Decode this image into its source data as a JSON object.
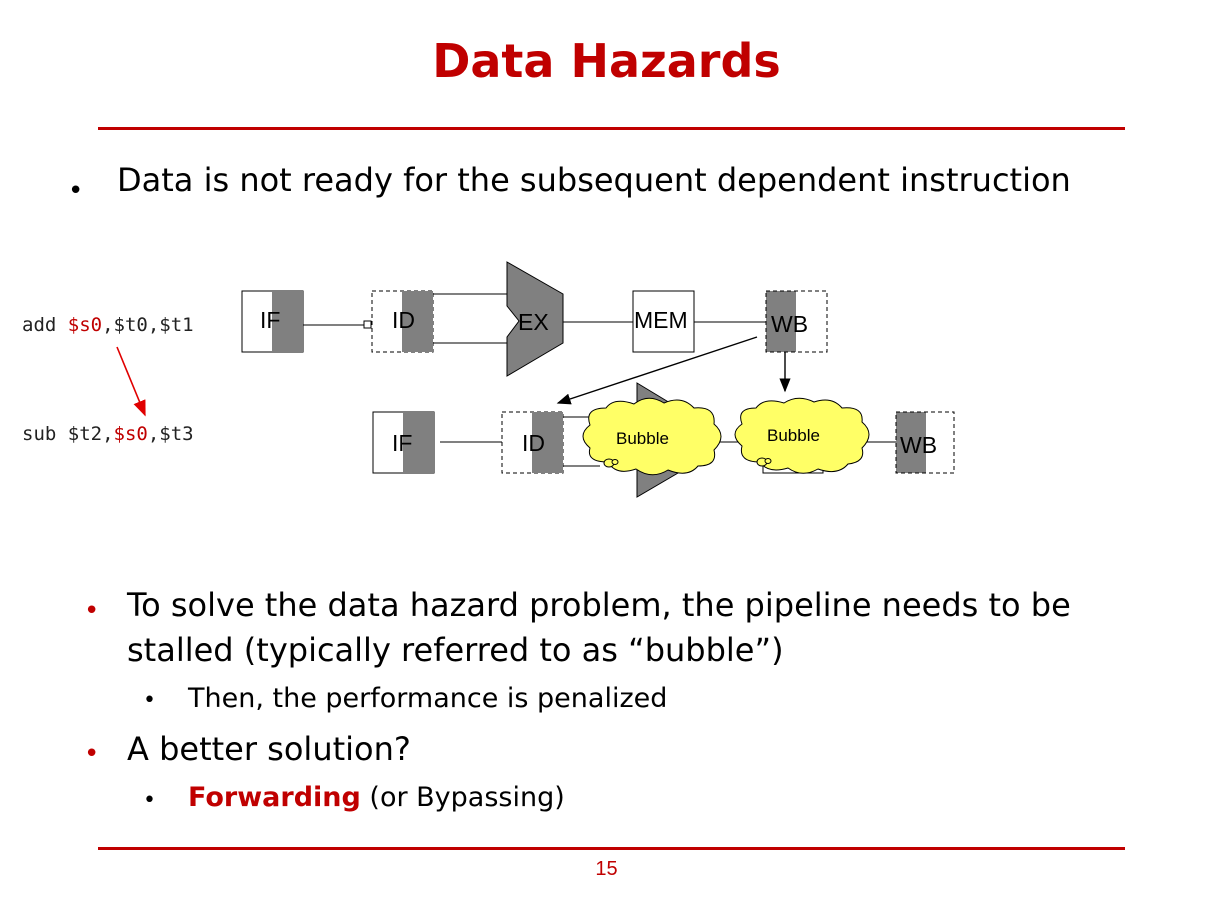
{
  "slide": {
    "title": "Data Hazards",
    "page_number": "15",
    "bullet1": "Data is not ready for the subsequent dependent instruction",
    "bullet2_line1": "To solve the data hazard problem, the pipeline needs to be",
    "bullet2_line2": "stalled (typically referred to as “bubble”)",
    "sub_bullet1": "Then, the performance is penalized",
    "bullet3": "A better solution?",
    "sub_bullet2_bold": "Forwarding",
    "sub_bullet2_rest": " (or Bypassing)",
    "bullet_glyph": "•"
  },
  "instructions": {
    "add": {
      "op": "add ",
      "dest": "$s0",
      "rest": ",$t0,$t1"
    },
    "sub": {
      "op": "sub $t2,",
      "src": "$s0",
      "rest": ",$t3"
    }
  },
  "pipeline": {
    "row1": {
      "if": "IF",
      "id": "ID",
      "ex": "EX",
      "mem": "MEM",
      "wb": "WB"
    },
    "row2": {
      "if": "IF",
      "id": "ID",
      "bubble1": "Bubble",
      "bubble2": "Bubble",
      "wb": "WB"
    }
  },
  "colors": {
    "accent": "#c00000",
    "stage_fill": "#808080",
    "bubble_fill": "#ffff66"
  }
}
